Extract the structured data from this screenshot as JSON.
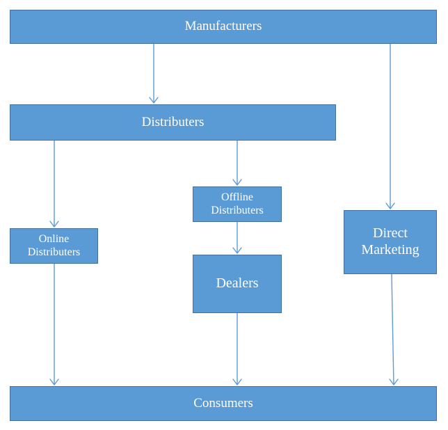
{
  "diagram": {
    "nodes": {
      "manufacturers": "Manufacturers",
      "distributers": "Distributers",
      "online_distributers": {
        "line1": "Online",
        "line2": "Distributers"
      },
      "offline_distributers": {
        "line1": "Offline",
        "line2": "Distributers"
      },
      "dealers": "Dealers",
      "direct_marketing": {
        "line1": "Direct",
        "line2": "Marketing"
      },
      "consumers": "Consumers"
    },
    "edges": [
      {
        "from": "Manufacturers",
        "to": "Distributers"
      },
      {
        "from": "Manufacturers",
        "to": "Direct Marketing"
      },
      {
        "from": "Distributers",
        "to": "Online Distributers"
      },
      {
        "from": "Distributers",
        "to": "Offline Distributers"
      },
      {
        "from": "Offline Distributers",
        "to": "Dealers"
      },
      {
        "from": "Online Distributers",
        "to": "Consumers"
      },
      {
        "from": "Dealers",
        "to": "Consumers"
      },
      {
        "from": "Direct Marketing",
        "to": "Consumers"
      }
    ],
    "colors": {
      "box_fill": "#5b9bd5",
      "box_border": "#41719c",
      "text": "#ffffff",
      "connector": "#5b9bd5"
    }
  }
}
